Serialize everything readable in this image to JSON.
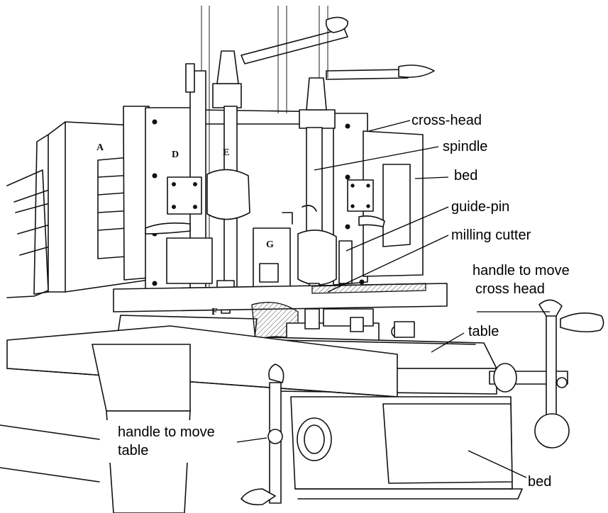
{
  "labels": {
    "cross_head": "cross-head",
    "spindle": "spindle",
    "bed_upper": "bed",
    "guide_pin": "guide-pin",
    "milling_cutter": "milling cutter",
    "handle_cross_head_1": "handle to move",
    "handle_cross_head_2": "cross head",
    "table": "table",
    "handle_table_1": "handle to move",
    "handle_table_2": "table",
    "bed_lower": "bed"
  },
  "engraved_letters": {
    "a": "A",
    "d": "D",
    "e": "E",
    "f": "F",
    "g": "G"
  }
}
